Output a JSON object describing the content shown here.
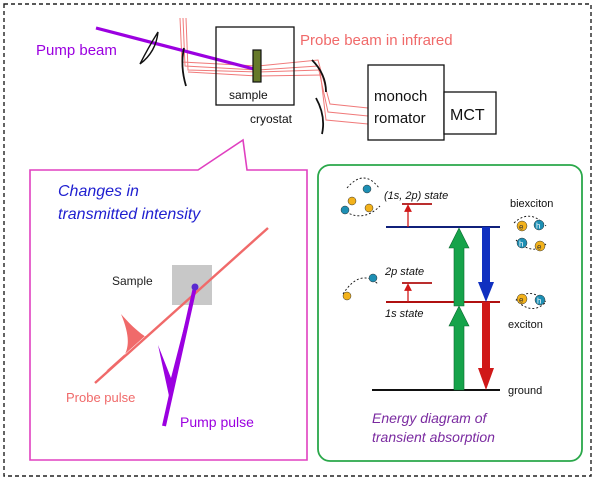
{
  "setup": {
    "pump_beam_label": "Pump beam",
    "probe_beam_label": "Probe beam in infrared",
    "sample_label": "sample",
    "cryostat_label": "cryostat",
    "monochromator_line1": "monoch",
    "monochromator_line2": "romator",
    "detector_label": "MCT"
  },
  "transmission_panel": {
    "title_line1": "Changes in",
    "title_line2": "transmitted intensity",
    "sample_label": "Sample",
    "probe_pulse_label": "Probe pulse",
    "pump_pulse_label": "Pump pulse"
  },
  "energy_panel": {
    "title_line1": "Energy diagram of",
    "title_line2": "transient absorption",
    "state_1s2p": "(1s, 2p) state",
    "state_2p": "2p state",
    "state_1s": "1s state",
    "level_biexciton": "biexciton",
    "level_exciton": "exciton",
    "level_ground": "ground",
    "particle_e": "e",
    "particle_h": "h"
  },
  "colors": {
    "pump": "#9b00e0",
    "probe": "#f06a6a",
    "panel_left_border": "#e040c0",
    "panel_right_border": "#2aa84a",
    "title_blue": "#1f1fd0",
    "title_purple": "#7a2aa0",
    "green_arrow": "#16a34a",
    "blue_arrow": "#1030c0",
    "red_arrow": "#d01818",
    "level_dark_red": "#b01010",
    "level_navy": "#10207a",
    "electron_yellow": "#f3b21b",
    "hole_teal": "#1d8fb4"
  }
}
